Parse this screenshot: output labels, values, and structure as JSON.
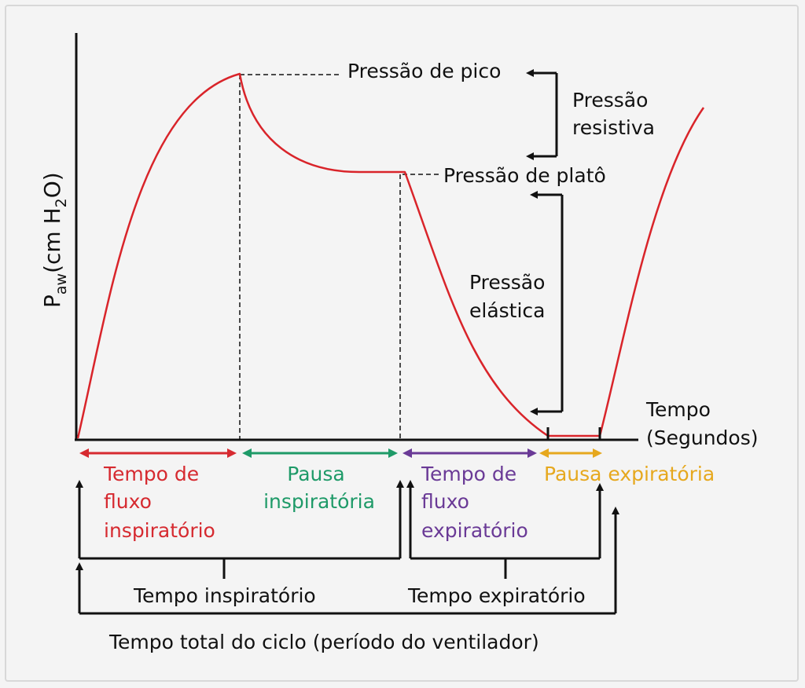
{
  "colors": {
    "curve": "#d9242a",
    "axis": "#111111",
    "inspiratory_flow": "#d62a30",
    "inspiratory_pause": "#1e9a68",
    "expiratory_flow": "#6a3a96",
    "expiratory_pause": "#e6a81e"
  },
  "axes": {
    "y_label_main": "P",
    "y_label_sub": "aw",
    "y_label_rest_1": "(cm H",
    "y_label_sub2": "2",
    "y_label_rest_2": "O)",
    "x_label_line1": "Tempo",
    "x_label_line2": "(Segundos)"
  },
  "annotations": {
    "peak_pressure": "Pressão de pico",
    "resistive_pressure_line1": "Pressão",
    "resistive_pressure_line2": "resistiva",
    "plateau_pressure": "Pressão de platô",
    "elastic_pressure_line1": "Pressão",
    "elastic_pressure_line2": "elástica"
  },
  "phases": {
    "inspiratory_flow": [
      "Tempo de",
      "fluxo",
      "inspiratório"
    ],
    "inspiratory_pause": [
      "Pausa",
      "inspiratória"
    ],
    "expiratory_flow": [
      "Tempo de",
      "fluxo",
      "expiratório"
    ],
    "expiratory_pause": "Pausa expiratória"
  },
  "totals": {
    "inspiratory_time": "Tempo inspiratório",
    "expiratory_time": "Tempo expiratório",
    "total_cycle": "Tempo total do ciclo (período do ventilador)"
  }
}
